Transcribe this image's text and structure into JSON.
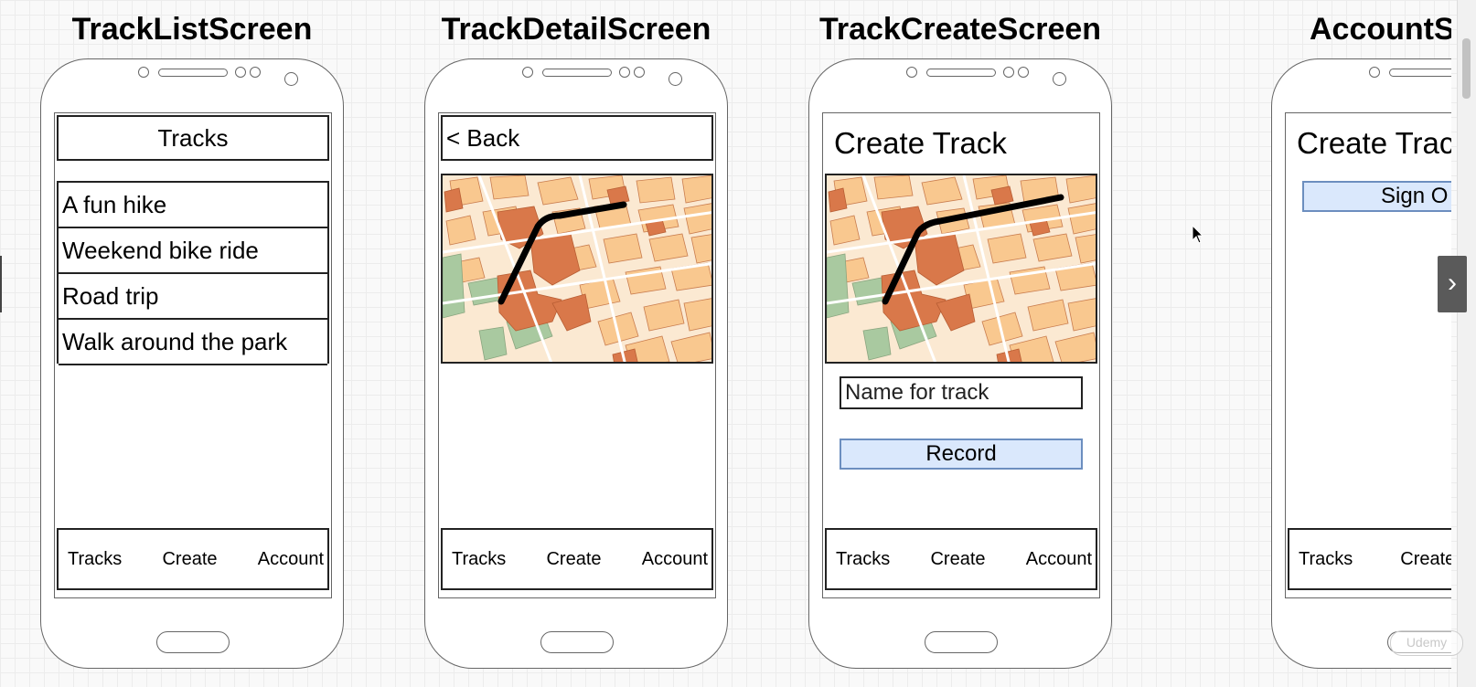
{
  "screens": {
    "track_list": {
      "title": "TrackListScreen",
      "header": "Tracks",
      "items": [
        "A fun hike",
        "Weekend bike ride",
        "Road trip",
        "Walk around the park"
      ],
      "tabs": [
        "Tracks",
        "Create",
        "Account"
      ]
    },
    "track_detail": {
      "title": "TrackDetailScreen",
      "back_label": "< Back",
      "tabs": [
        "Tracks",
        "Create",
        "Account"
      ]
    },
    "track_create": {
      "title": "TrackCreateScreen",
      "heading": "Create Track",
      "name_placeholder": "Name for track",
      "record_label": "Record",
      "tabs": [
        "Tracks",
        "Create",
        "Account"
      ]
    },
    "account": {
      "title": "AccountS",
      "heading": "Create Trac",
      "signout_label": "Sign O",
      "tabs": [
        "Tracks",
        "Create"
      ]
    }
  },
  "colors": {
    "button_fill": "#dae8fc",
    "button_border": "#6c8ebf",
    "map_block": "#f9c88f",
    "map_dark": "#d9784a",
    "map_green": "#a9c9a0"
  },
  "watermark": "Udemy",
  "icons": {
    "next": "chevron-right-icon",
    "cursor": "mouse-pointer-icon"
  }
}
